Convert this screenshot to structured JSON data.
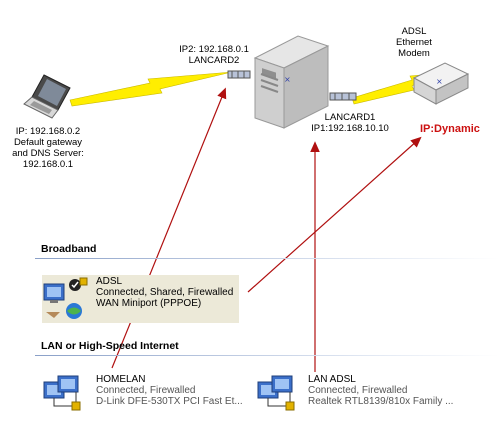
{
  "diagram": {
    "laptop_label": [
      "IP: 192.168.0.2",
      "Default gateway",
      "and DNS Server:",
      "192.168.0.1"
    ],
    "lancard2_label": [
      "IP2: 192.168.0.1",
      "LANCARD2"
    ],
    "lancard1_label": [
      "LANCARD1",
      "IP1:192.168.10.10"
    ],
    "modem_label": [
      "ADSL",
      "Ethernet",
      "Modem"
    ],
    "ip_dynamic": "IP:Dynamic"
  },
  "sections": {
    "broadband": "Broadband",
    "lan": "LAN or High-Speed Internet"
  },
  "connections": {
    "adsl": {
      "name": "ADSL",
      "status": "Connected, Shared, Firewalled",
      "device": "WAN Miniport (PPPOE)"
    },
    "homelan": {
      "name": "HOMELAN",
      "status": "Connected, Firewalled",
      "device": "D-Link DFE-530TX PCI Fast Et..."
    },
    "lan_adsl": {
      "name": "LAN ADSL",
      "status": "Connected, Firewalled",
      "device": "Realtek RTL8139/810x Family ..."
    }
  },
  "colors": {
    "arrow": "#b01010",
    "lightning": "#ffee00",
    "selection_bg": "#ece9d8"
  }
}
